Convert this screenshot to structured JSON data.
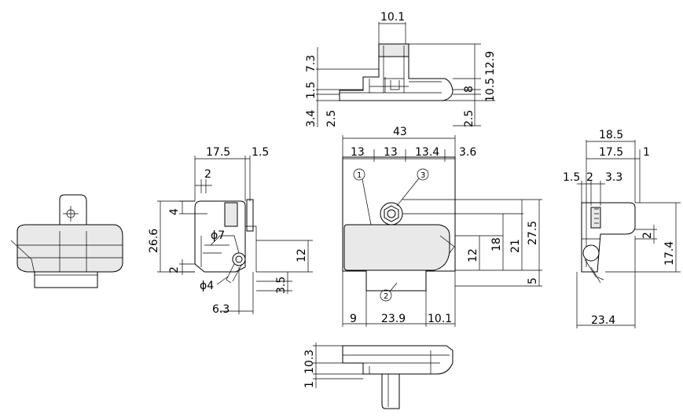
{
  "top_view": {
    "width": "10.1",
    "d_7_3": "7.3",
    "d_1_5": "1.5",
    "d_3_4": "3.4",
    "d_2_5_left": "2.5",
    "d_12_9": "12.9",
    "d_8": "8",
    "d_10_5": "10.5",
    "d_2_5_right": "2.5"
  },
  "front_view": {
    "overall": "43",
    "seg1": "13",
    "seg2": "13",
    "seg3": "13.4",
    "seg4": "3.6",
    "h_27_5": "27.5",
    "h_21": "21",
    "h_18": "18",
    "h_12": "12",
    "h_5": "5",
    "bottom1": "9",
    "bottom2": "23.9",
    "bottom3": "10.1",
    "callout1": "1",
    "callout2": "2",
    "callout3": "3"
  },
  "left_view": {
    "w_17_5": "17.5",
    "w_1_5": "1.5",
    "d_2_top": "2",
    "d_4": "4",
    "h_26_6": "26.6",
    "d_2_bottom": "2",
    "phi7": "ϕ7",
    "phi4": "ϕ4",
    "h_12": "12",
    "h_3_5": "3.5",
    "w_6_3": "6.3"
  },
  "right_view": {
    "w_18_5": "18.5",
    "w_17_5": "17.5",
    "d_1": "1",
    "d_1_5": "1.5",
    "d_2": "2",
    "d_3_3": "3.3",
    "h_2": "2",
    "h_17_4": "17.4",
    "w_23_4": "23.4"
  },
  "bottom_view": {
    "h_10_3": "10.3",
    "h_1": "1"
  }
}
